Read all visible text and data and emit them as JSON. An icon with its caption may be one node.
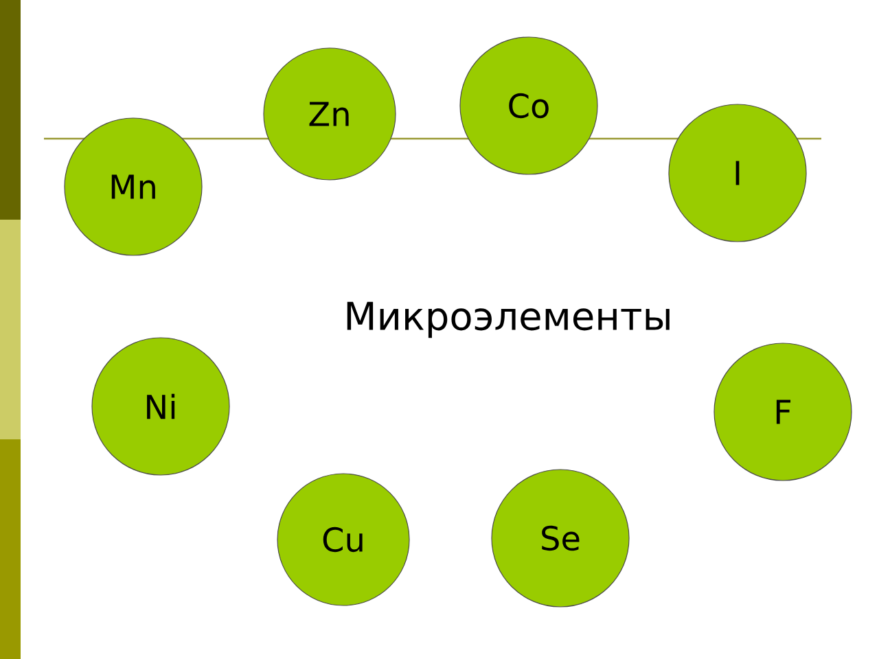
{
  "diagram": {
    "nodes": [
      {
        "text": [
          "Zn"
        ]
      },
      {
        "text": [
          "Co"
        ]
      },
      {
        "text": [
          "Mn"
        ]
      },
      {
        "text": [
          "I"
        ]
      },
      {
        "text": [
          "Ni"
        ]
      },
      {
        "text": [
          "F"
        ]
      },
      {
        "text": [
          "Cu"
        ]
      },
      {
        "text": [
          "Se"
        ]
      }
    ],
    "labels": [
      "Микроэлементы"
    ]
  }
}
